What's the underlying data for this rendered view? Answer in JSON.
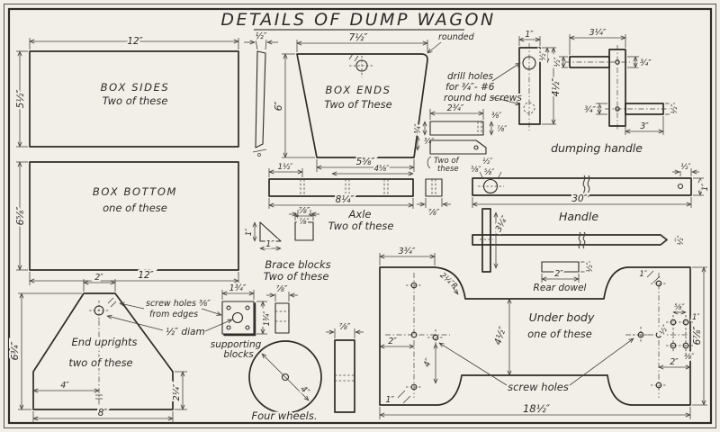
{
  "title": "DETAILS OF DUMP WAGON",
  "box_sides": {
    "name": "BOX SIDES",
    "qty": "Two of these",
    "width": "12″",
    "height": "5½″",
    "thickness": "½″"
  },
  "box_ends": {
    "name": "BOX ENDS",
    "qty": "Two of These",
    "top_width": "7½″",
    "bottom_width": "5⅝″",
    "height": "6″",
    "rounded_note": "rounded",
    "bevel": "¾″"
  },
  "box_bottom": {
    "name": "BOX BOTTOM",
    "qty": "one of these",
    "width": "12″",
    "height": "6⅝″"
  },
  "end_uprights": {
    "name": "End uprights",
    "qty": "two of these",
    "height": "6¾″",
    "top_width": "2″",
    "hole_x": "4″",
    "side": "2¼″",
    "base": "8″"
  },
  "screw_note": {
    "line1": "screw holes ⅜″",
    "line2": "from edges",
    "diam": "½″ diam"
  },
  "supporting_blocks": {
    "name1": "supporting",
    "name2": "blocks",
    "width": "1¾″",
    "height": "1¾″",
    "thickness": "⅞″"
  },
  "brace_blocks": {
    "name": "Brace blocks",
    "qty": "Two of these",
    "tri_w": "1″",
    "tri_h": "1″",
    "square": "⅞″"
  },
  "axle": {
    "name": "Axle",
    "qty": "Two of these",
    "d_left": "1½″",
    "d_right": "4⅝″",
    "total": "8¼″",
    "height": "⅞″",
    "section": "⅞″"
  },
  "latch_bars": {
    "qty1": "Two of",
    "qty2": "these",
    "length": "2¾″",
    "offset": "⅜″",
    "h1": "⅞″",
    "h2": "½″",
    "e1": "⅝″",
    "side": "¾″"
  },
  "drill_note": {
    "line1": "drill holes",
    "line2": "for ¾″- #6",
    "line3": "round hd screws"
  },
  "latch_plate": {
    "width": "1″",
    "top_offset": "½″",
    "span": "4½″"
  },
  "dumping_handle": {
    "name": "dumping handle",
    "top_len": "3¼″",
    "top_th": "¾″",
    "top_end": "½″",
    "bot_th": "¾″",
    "bot_end": "½″",
    "bot_len": "3″"
  },
  "handle": {
    "name": "Handle",
    "length": "30″",
    "height": "1″",
    "hole": "⅝″",
    "end": "½″",
    "grip": "3¼″",
    "side_th": "½″"
  },
  "rear_dowel": {
    "name": "Rear dowel",
    "length": "2″",
    "thickness": "½″"
  },
  "under_body": {
    "name": "Under body",
    "qty": "one of these",
    "screw_label": "screw holes",
    "length": "18½″",
    "height": "6⅞″",
    "mid": "4½″",
    "tab": "3¾″",
    "radius": "2¼″R",
    "left2": "2″",
    "left1": "1″",
    "mid4": "4″",
    "r58": "⅝″",
    "r1": "1″",
    "r12": "½″",
    "r38": "⅜″",
    "r2": "2″",
    "top1": "1″"
  },
  "wheels": {
    "name": "Four wheels.",
    "diameter": "4″",
    "thickness": "⅞″"
  }
}
